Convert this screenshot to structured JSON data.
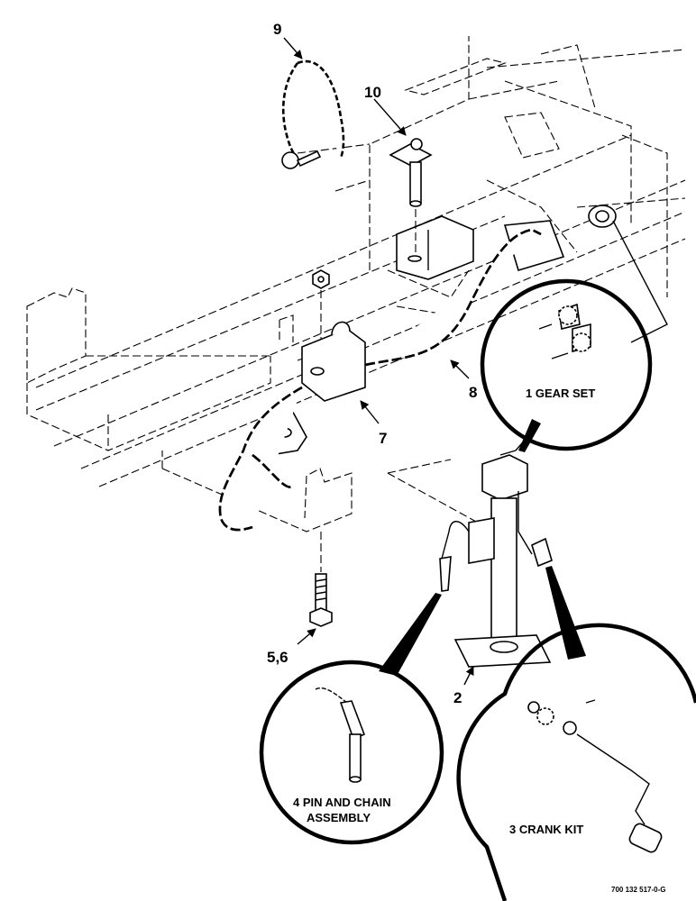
{
  "callouts": {
    "c9": "9",
    "c10": "10",
    "c8": "8",
    "c7": "7",
    "c56": "5,6",
    "c2": "2"
  },
  "details": {
    "gear_set": "1 GEAR SET",
    "pin_chain_line1": "4 PIN AND CHAIN",
    "pin_chain_line2": "ASSEMBLY",
    "crank_kit": "3 CRANK KIT"
  },
  "drawing_number": "700 132 517-0-G"
}
